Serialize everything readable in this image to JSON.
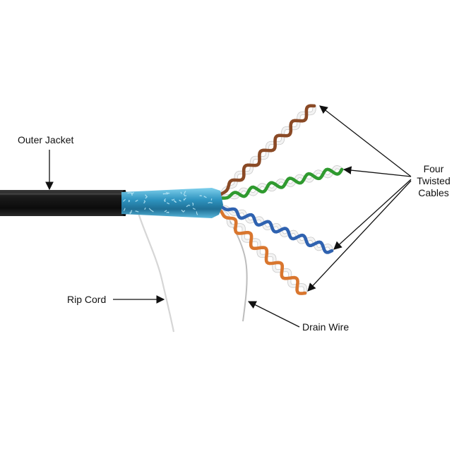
{
  "labels": {
    "outer_jacket": "Outer Jacket",
    "four_twisted_cables": [
      "Four",
      "Twisted",
      "Cables"
    ],
    "rip_cord": "Rip Cord",
    "drain_wire": "Drain Wire"
  },
  "colors": {
    "jacket": "#141414",
    "foil_shield": "#3aa0c8",
    "pair_brown": "#8a4a26",
    "pair_green": "#2f9a2f",
    "pair_blue": "#2f62b0",
    "pair_orange": "#d9762e",
    "pair_white": "#f3f3f3",
    "rip_cord": "#d8d8d8",
    "drain_wire": "#bcbcbc",
    "arrow": "#111111"
  }
}
